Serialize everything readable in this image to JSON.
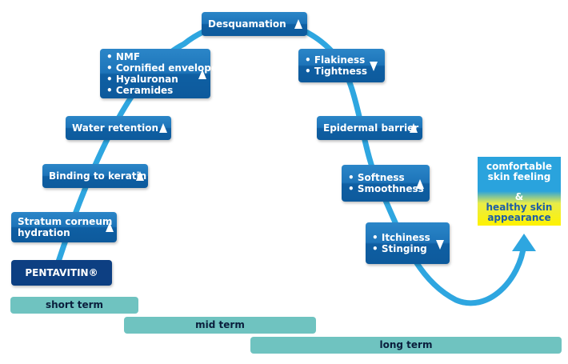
{
  "steps": [
    {
      "key": "pentavitin",
      "label": "PENTAVITIN®"
    },
    {
      "key": "hydration",
      "label": "Stratum corneum\nhydration",
      "trend": "up"
    },
    {
      "key": "keratin",
      "label": "Binding to keratin",
      "trend": "up"
    },
    {
      "key": "water",
      "label": "Water retention",
      "trend": "up"
    },
    {
      "key": "nmf",
      "items": [
        "NMF",
        "Cornified envelope",
        "Hyaluronan",
        "Ceramides"
      ],
      "trend": "up"
    },
    {
      "key": "desquamation",
      "label": "Desquamation",
      "trend": "up"
    },
    {
      "key": "flakiness",
      "items": [
        "Flakiness",
        "Tightness"
      ],
      "trend": "down"
    },
    {
      "key": "barrier",
      "label": "Epidermal barrier",
      "trend": "up"
    },
    {
      "key": "softness",
      "items": [
        "Softness",
        "Smoothness"
      ],
      "trend": "up"
    },
    {
      "key": "itchiness",
      "items": [
        "Itchiness",
        "Stinging"
      ],
      "trend": "down"
    }
  ],
  "result": {
    "line1": "comfortable",
    "line2": "skin feeling",
    "amp": "&",
    "line3": "healthy skin",
    "line4": "appearance"
  },
  "timeline": {
    "short": "short term",
    "mid": "mid term",
    "long": "long term"
  },
  "colors": {
    "box": "#1d74b9",
    "pentavitin": "#0d3f82",
    "curve": "#2ea6e0",
    "bar": "#6fc3c0",
    "result_top": "#2aa3dd",
    "result_bottom": "#fff200"
  }
}
